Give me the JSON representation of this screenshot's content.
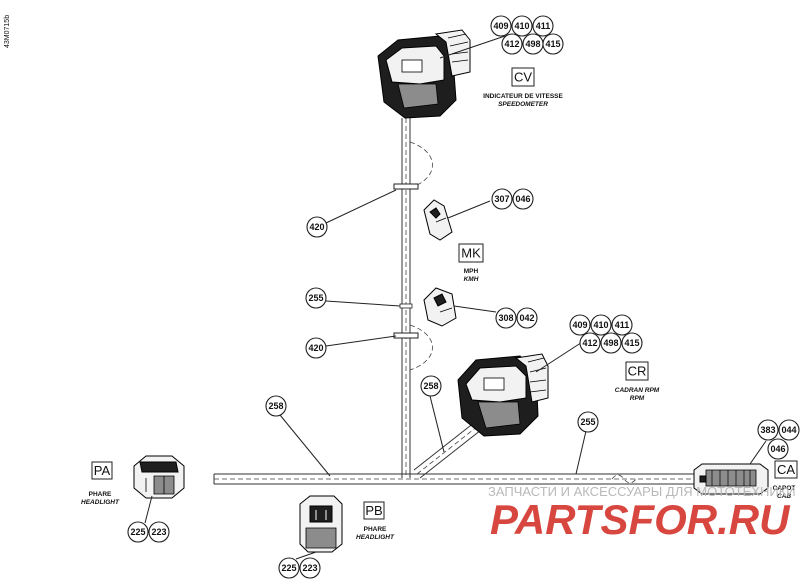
{
  "figure_code": "43M0715b",
  "connectors": {
    "CV": {
      "code": "CV",
      "label_line1": "INDICATEUR DE VITESSE",
      "label_line2": "SPEEDOMETER",
      "callouts": [
        "409",
        "410",
        "411",
        "412",
        "498",
        "415"
      ]
    },
    "MK": {
      "code": "MK",
      "label_line1": "MPH",
      "label_line2": "KMH"
    },
    "CR": {
      "code": "CR",
      "label_line1": "CADRAN RPM",
      "label_line2": "RPM",
      "callouts": [
        "409",
        "410",
        "411",
        "412",
        "498",
        "415"
      ]
    },
    "PA": {
      "code": "PA",
      "label_line1": "PHARE",
      "label_line2": "HEADLIGHT",
      "callouts": [
        "225",
        "223"
      ]
    },
    "PB": {
      "code": "PB",
      "label_line1": "PHARE",
      "label_line2": "HEADLIGHT",
      "callouts": [
        "225",
        "223"
      ]
    },
    "CA": {
      "code": "CA",
      "label_line1": "CAPOT",
      "label_line2": "CAB",
      "callouts": [
        "383",
        "044",
        "046"
      ]
    }
  },
  "mk_upper_callouts": [
    "307",
    "046"
  ],
  "mk_lower_callouts": [
    "308",
    "042"
  ],
  "wire_callouts": {
    "tie_upper": "420",
    "tie_lower": "420",
    "wire_255_mid": "255",
    "wire_258_left": "258",
    "wire_258_branch": "258",
    "wire_255_right": "255"
  },
  "watermark": {
    "text": "ЗАПЧАСТИ И АКСЕССУАРЫ ДЛЯ МОТОТЕХНИКИ",
    "logo": "PARTSFOR.RU"
  }
}
